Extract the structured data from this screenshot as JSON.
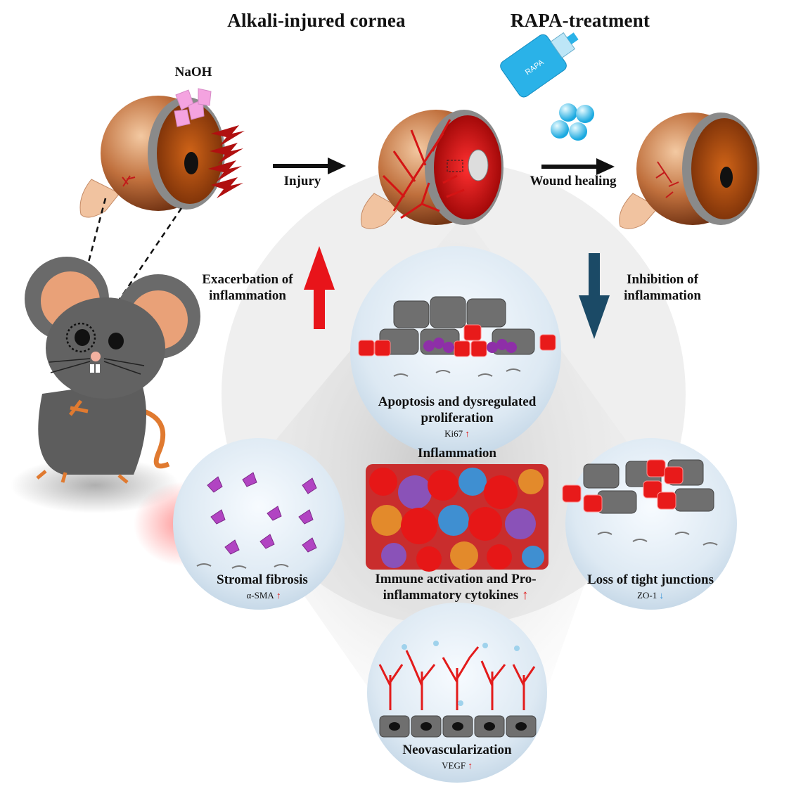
{
  "headings": {
    "left": "Alkali-injured cornea",
    "right": "RAPA-treatment"
  },
  "labels": {
    "naoh": "NaOH",
    "rapa_bottle": "RAPA",
    "injury": "Injury",
    "wound_healing": "Wound healing",
    "exacerbation": [
      "Exacerbation of",
      "inflammation"
    ],
    "inhibition": [
      "Inhibition of",
      "inflammation"
    ],
    "center": "Inflammation"
  },
  "panels": {
    "apoptosis": {
      "title": [
        "Apoptosis and dysregulated",
        "proliferation"
      ],
      "marker": "Ki67",
      "trend": "up"
    },
    "fibrosis": {
      "title": [
        "Stromal fibrosis"
      ],
      "marker": "α-SMA",
      "trend": "up"
    },
    "immune": {
      "title": [
        "Immune activation  and Pro-",
        "inflammatory cytokines"
      ],
      "trend": "up"
    },
    "tight_junctions": {
      "title": [
        "Loss of tight junctions"
      ],
      "marker": "ZO-1",
      "trend": "down"
    },
    "neovascularization": {
      "title": [
        "Neovascularization"
      ],
      "marker": "VEGF",
      "trend": "up"
    }
  },
  "colors": {
    "increase": "#e01010",
    "decrease": "#2c8fd8",
    "exacerbation_arrow": "#e8141a",
    "inhibition_arrow": "#1b4a66",
    "panel_bg": "#dbe9f4",
    "cone_shadow": "#d8d8d8"
  },
  "icons": [
    "mouse-icon",
    "eye-icon",
    "rapa-bottle-icon",
    "naoh-crystal-icon",
    "lightning-icon"
  ]
}
